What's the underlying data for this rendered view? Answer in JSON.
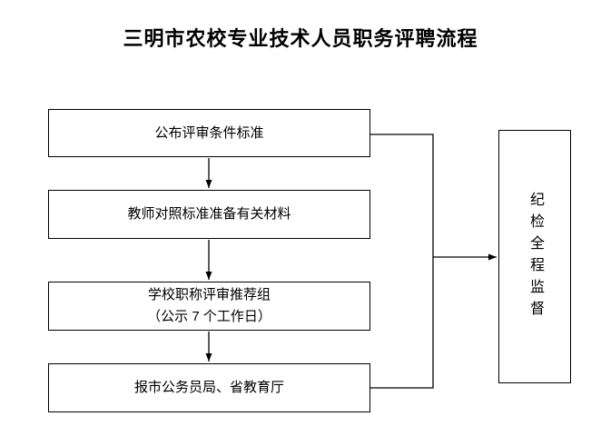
{
  "title": "三明市农校专业技术人员职务评聘流程",
  "flowchart": {
    "nodes": [
      {
        "id": "publish-standards",
        "label": "公布评审条件标准"
      },
      {
        "id": "teachers-prepare",
        "label": "教师对照标准准备有关材料"
      },
      {
        "id": "school-review-group",
        "label": "学校职称评审推荐组",
        "label2": "（公示 7 个工作日）"
      },
      {
        "id": "report-to-authorities",
        "label": "报市公务员局、省教育厅"
      },
      {
        "id": "discipline-supervision",
        "label": "纪检全程监督",
        "orientation": "vertical"
      }
    ],
    "edges": [
      {
        "from": "publish-standards",
        "to": "teachers-prepare",
        "style": "arrow-down"
      },
      {
        "from": "teachers-prepare",
        "to": "school-review-group",
        "style": "arrow-down"
      },
      {
        "from": "school-review-group",
        "to": "report-to-authorities",
        "style": "arrow-down"
      },
      {
        "from": "publish-standards, report-to-authorities (right edges)",
        "to": "discipline-supervision",
        "style": "bracket-arrow-right"
      }
    ]
  },
  "colors": {
    "background": "#ffffff",
    "line": "#000000",
    "text": "#000000"
  }
}
